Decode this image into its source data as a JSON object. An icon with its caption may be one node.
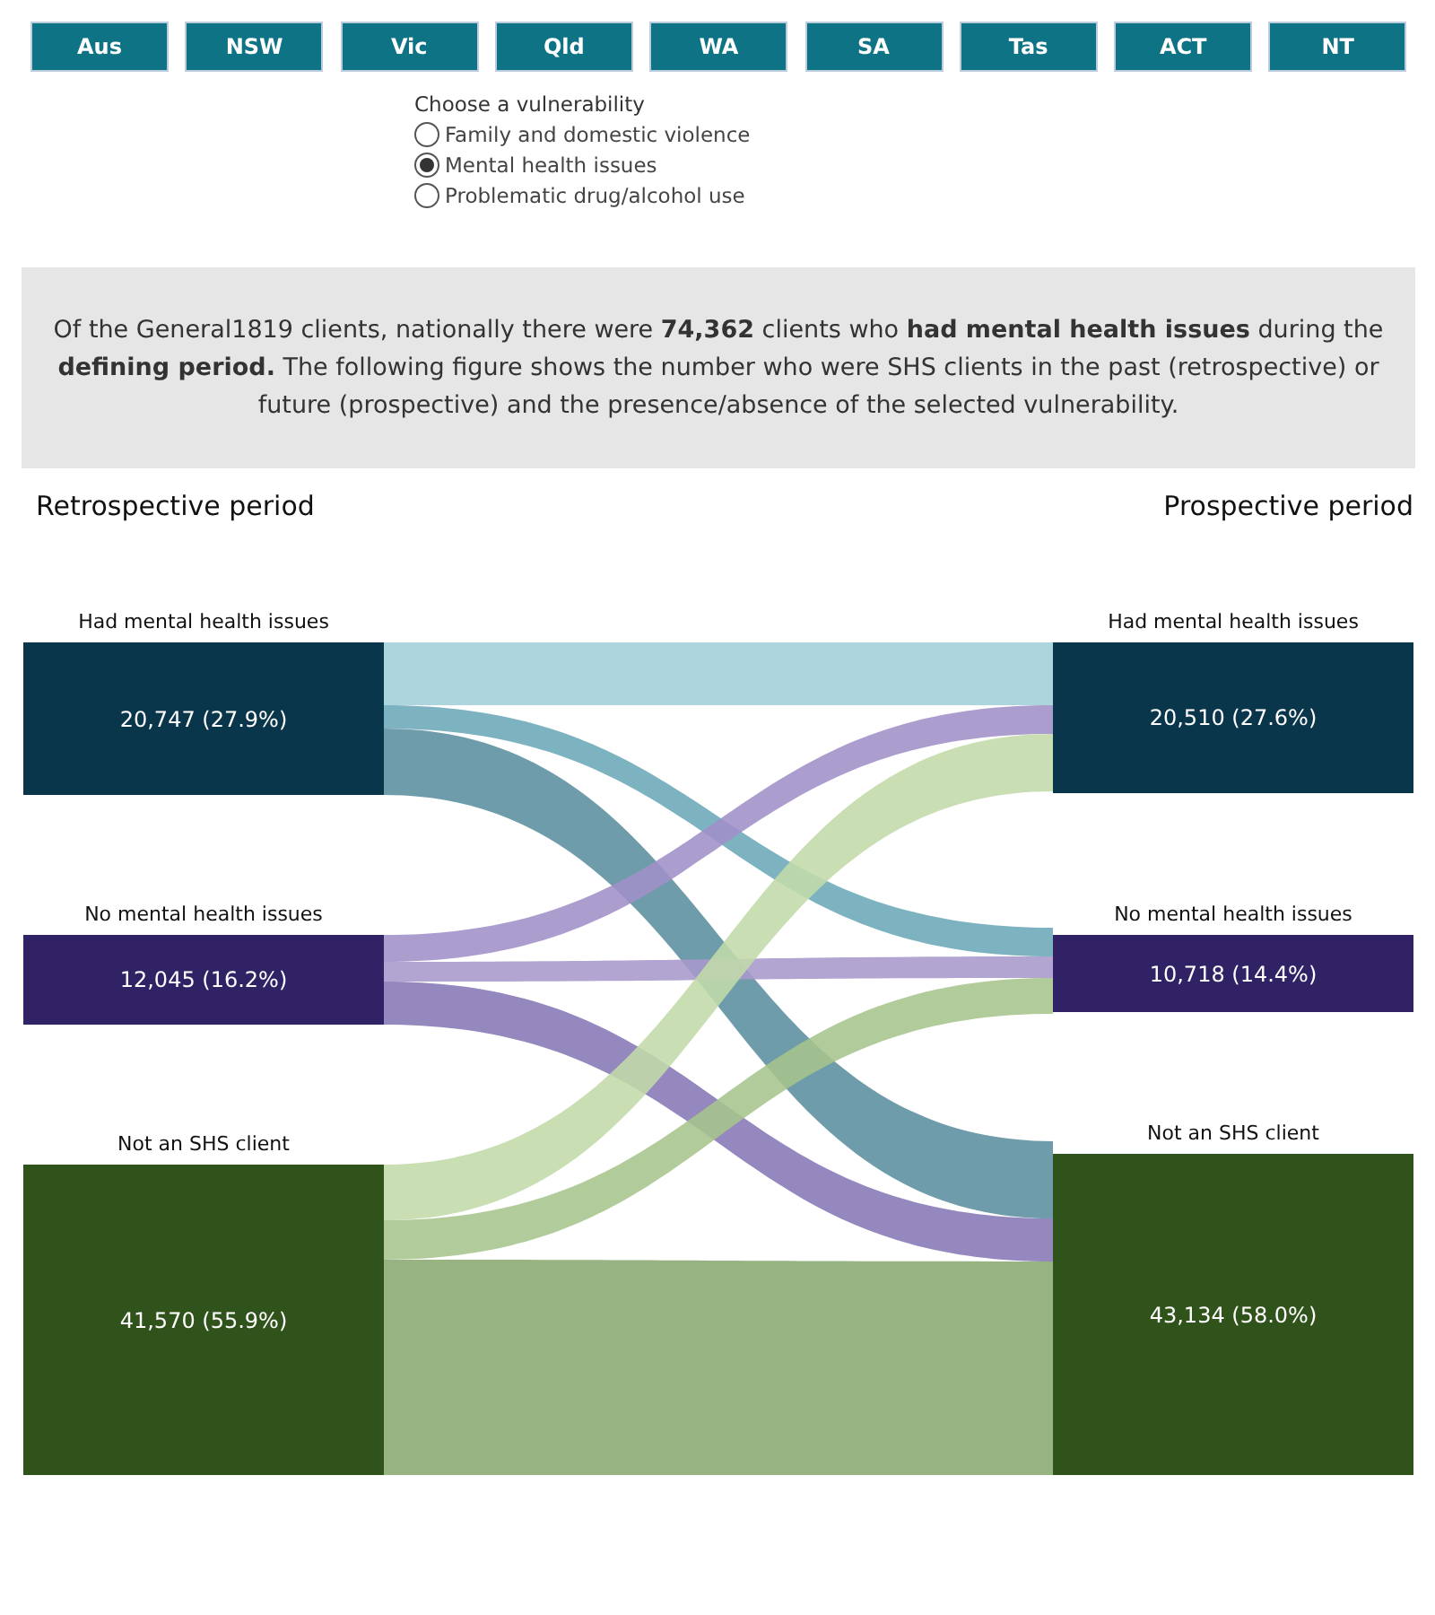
{
  "diagram": {
    "nodes": [
      {
        "text": [
          "Had mental health issues",
          "20,747 (27.9%)"
        ]
      },
      {
        "text": [
          "No mental health issues",
          "12,045 (16.2%)"
        ]
      },
      {
        "text": [
          "Not an SHS client",
          "41,570 (55.9%)"
        ]
      },
      {
        "text": [
          "Had mental health issues",
          "20,510 (27.6%)"
        ]
      },
      {
        "text": [
          "No mental health issues",
          "10,718 (14.4%)"
        ]
      },
      {
        "text": [
          "Not an SHS client",
          "43,134 (58.0%)"
        ]
      }
    ],
    "edges": [
      {
        "from": 0,
        "to": 3,
        "arrow": "none",
        "color": "#a2cfd9"
      },
      {
        "from": 0,
        "to": 4,
        "arrow": "none",
        "color": "#6ba8b8"
      },
      {
        "from": 0,
        "to": 5,
        "arrow": "none",
        "color": "#5b8e9e"
      },
      {
        "from": 1,
        "to": 3,
        "arrow": "none",
        "color": "#a08fc8"
      },
      {
        "from": 1,
        "to": 4,
        "arrow": "none",
        "color": "#a898cc"
      },
      {
        "from": 1,
        "to": 5,
        "arrow": "none",
        "color": "#8677b5"
      },
      {
        "from": 2,
        "to": 3,
        "arrow": "none",
        "color": "#c1dba8"
      },
      {
        "from": 2,
        "to": 4,
        "arrow": "none",
        "color": "#a6c48c"
      },
      {
        "from": 2,
        "to": 5,
        "arrow": "none",
        "color": "#87a86f"
      }
    ],
    "labels": [
      "Aus",
      "NSW",
      "Vic",
      "Qld",
      "WA",
      "SA",
      "Tas",
      "ACT",
      "NT",
      "Choose a vulnerability",
      "Family and domestic violence",
      "Mental health issues",
      "Problematic drug/alcohol use",
      "Of the General1819 clients, nationally there were **74,362** clients who **had mental health issues** during the **defining period.** The following figure shows the number who were SHS clients in the past (retrospective) or future (prospective) and the presence/absence of the selected vulnerability.",
      "Retrospective period",
      "Prospective period"
    ]
  }
}
